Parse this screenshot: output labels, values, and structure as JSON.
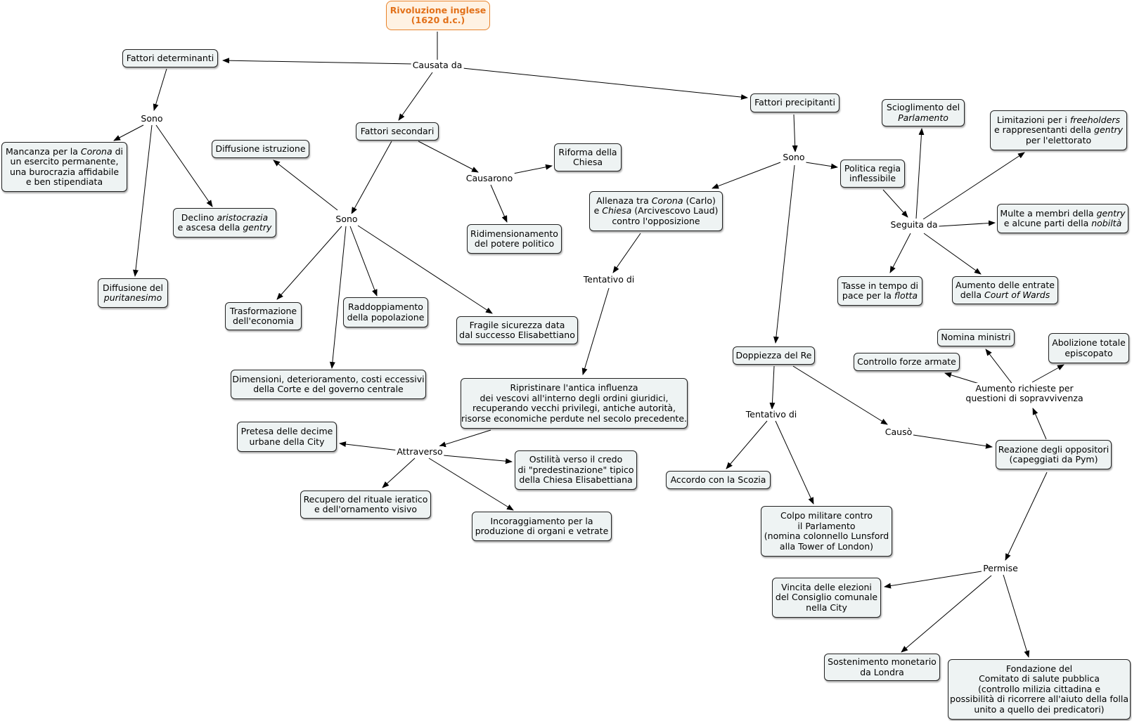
{
  "nodes": {
    "root": [
      [
        {
          "t": "Rivoluzione inglese"
        }
      ],
      [
        {
          "t": "(1620 d.c.)"
        }
      ]
    ],
    "fattori_determinanti": [
      [
        {
          "t": "Fattori determinanti"
        }
      ]
    ],
    "fattori_secondari": [
      [
        {
          "t": "Fattori secondari"
        }
      ]
    ],
    "fattori_precipitanti": [
      [
        {
          "t": "Fattori precipitanti"
        }
      ]
    ],
    "mancanza_corona": [
      [
        {
          "t": "Mancanza per la "
        },
        {
          "t": "Corona",
          "i": true
        },
        {
          "t": "  di"
        }
      ],
      [
        {
          "t": "un esercito permanente,"
        }
      ],
      [
        {
          "t": "una burocrazia affidabile"
        }
      ],
      [
        {
          "t": "e ben stipendiata"
        }
      ]
    ],
    "declino_aristocrazia": [
      [
        {
          "t": "Declino "
        },
        {
          "t": "aristocrazia",
          "i": true
        }
      ],
      [
        {
          "t": "e ascesa della "
        },
        {
          "t": "gentry",
          "i": true
        }
      ]
    ],
    "diffusione_puritanesimo": [
      [
        {
          "t": "Diffusione del"
        }
      ],
      [
        {
          "t": "puritanesimo",
          "i": true
        }
      ]
    ],
    "diffusione_istruzione": [
      [
        {
          "t": "Diffusione istruzione"
        }
      ]
    ],
    "riforma_chiesa": [
      [
        {
          "t": "Riforma della"
        }
      ],
      [
        {
          "t": "Chiesa"
        }
      ]
    ],
    "ridimensionamento": [
      [
        {
          "t": "Ridimensionamento"
        }
      ],
      [
        {
          "t": "del potere politico"
        }
      ]
    ],
    "trasformazione_economia": [
      [
        {
          "t": "Trasformazione"
        }
      ],
      [
        {
          "t": "dell'economia"
        }
      ]
    ],
    "raddoppiamento": [
      [
        {
          "t": "Raddoppiamento"
        }
      ],
      [
        {
          "t": "della popolazione"
        }
      ]
    ],
    "fragile_sicurezza": [
      [
        {
          "t": "Fragile sicurezza data"
        }
      ],
      [
        {
          "t": "dal successo Elisabettiano"
        }
      ]
    ],
    "dimensioni_corte": [
      [
        {
          "t": "Dimensioni, deterioramento, costi eccessivi"
        }
      ],
      [
        {
          "t": "della Corte e del governo centrale"
        }
      ]
    ],
    "alleanza": [
      [
        {
          "t": "Allenaza tra "
        },
        {
          "t": "Corona",
          "i": true
        },
        {
          "t": "  (Carlo)"
        }
      ],
      [
        {
          "t": "e "
        },
        {
          "t": "Chiesa",
          "i": true
        },
        {
          "t": "  (Arcivescovo Laud)"
        }
      ],
      [
        {
          "t": "contro l'opposizione"
        }
      ]
    ],
    "politica_regia": [
      [
        {
          "t": "Politica regia"
        }
      ],
      [
        {
          "t": "inflessibile"
        }
      ]
    ],
    "scioglimento": [
      [
        {
          "t": "Scioglimento del"
        }
      ],
      [
        {
          "t": "Parlamento",
          "i": true
        }
      ]
    ],
    "limitazioni": [
      [
        {
          "t": "Limitazioni per i "
        },
        {
          "t": "freeholders",
          "i": true
        }
      ],
      [
        {
          "t": "e rappresentanti della "
        },
        {
          "t": "gentry",
          "i": true
        }
      ],
      [
        {
          "t": "per l'elettorato"
        }
      ]
    ],
    "multe": [
      [
        {
          "t": "Multe a membri della "
        },
        {
          "t": "gentry",
          "i": true
        }
      ],
      [
        {
          "t": "e alcune parti della "
        },
        {
          "t": "nobiltà",
          "i": true
        }
      ]
    ],
    "tasse": [
      [
        {
          "t": "Tasse in tempo di"
        }
      ],
      [
        {
          "t": "pace per la "
        },
        {
          "t": "flotta",
          "i": true
        }
      ]
    ],
    "aumento_entrate": [
      [
        {
          "t": "Aumento delle entrate"
        }
      ],
      [
        {
          "t": "della "
        },
        {
          "t": "Court of Wards",
          "i": true
        }
      ]
    ],
    "ripristinare": [
      [
        {
          "t": "Ripristinare l'antica influenza"
        }
      ],
      [
        {
          "t": "dei vescovi all'interno degli ordini giuridici,"
        }
      ],
      [
        {
          "t": "recuperando vecchi privilegi, antiche autorità,"
        }
      ],
      [
        {
          "t": "risorse economiche perdute nel secolo precedente."
        }
      ]
    ],
    "pretesa_decime": [
      [
        {
          "t": "Pretesa delle decime"
        }
      ],
      [
        {
          "t": "urbane della City"
        }
      ]
    ],
    "ostilita": [
      [
        {
          "t": "Ostilità verso il credo"
        }
      ],
      [
        {
          "t": "di \"predestinazione\" tipico"
        }
      ],
      [
        {
          "t": "della Chiesa Elisabettiana"
        }
      ]
    ],
    "recupero_rituale": [
      [
        {
          "t": "Recupero del rituale ieratico"
        }
      ],
      [
        {
          "t": "e dell'ornamento visivo"
        }
      ]
    ],
    "incoraggiamento": [
      [
        {
          "t": "Incoraggiamento per la"
        }
      ],
      [
        {
          "t": "produzione di organi e vetrate"
        }
      ]
    ],
    "doppiezza": [
      [
        {
          "t": "Doppiezza del Re"
        }
      ]
    ],
    "accordo_scozia": [
      [
        {
          "t": "Accordo con la Scozia"
        }
      ]
    ],
    "colpo_militare": [
      [
        {
          "t": "Colpo militare contro"
        }
      ],
      [
        {
          "t": "il Parlamento"
        }
      ],
      [
        {
          "t": "(nomina colonnello Lunsford"
        }
      ],
      [
        {
          "t": "alla Tower of London)"
        }
      ]
    ],
    "nomina_ministri": [
      [
        {
          "t": "Nomina ministri"
        }
      ]
    ],
    "abolizione": [
      [
        {
          "t": "Abolizione totale"
        }
      ],
      [
        {
          "t": "episcopato"
        }
      ]
    ],
    "controllo_forze": [
      [
        {
          "t": "Controllo forze armate"
        }
      ]
    ],
    "reazione": [
      [
        {
          "t": "Reazione degli oppositori"
        }
      ],
      [
        {
          "t": "(capeggiati da Pym)"
        }
      ]
    ],
    "vincita_elezioni": [
      [
        {
          "t": "Vincita delle elezioni"
        }
      ],
      [
        {
          "t": "del Consiglio comunale"
        }
      ],
      [
        {
          "t": "nella City"
        }
      ]
    ],
    "sostenimento": [
      [
        {
          "t": "Sostenimento monetario"
        }
      ],
      [
        {
          "t": "da Londra"
        }
      ]
    ],
    "fondazione": [
      [
        {
          "t": "Fondazione del"
        }
      ],
      [
        {
          "t": "Comitato di salute pubblica"
        }
      ],
      [
        {
          "t": "(controllo milizia cittadina e"
        }
      ],
      [
        {
          "t": "possibilità di ricorrere all'aiuto della folla"
        }
      ],
      [
        {
          "t": "unito a quello dei predicatori)"
        }
      ]
    ]
  },
  "links": {
    "causata_da": "Causata da",
    "sono_determinanti": "Sono",
    "sono_secondari": "Sono",
    "causarono": "Causarono",
    "sono_precipitanti": "Sono",
    "seguita_da": "Seguita da",
    "tentativo_di_1": "Tentativo di",
    "attraverso": "Attraverso",
    "tentativo_di_2": "Tentativo di",
    "causo": "Causò",
    "aumento_richieste": "Aumento richieste per\nquestioni di sopravvivenza",
    "permise": "Permise"
  }
}
